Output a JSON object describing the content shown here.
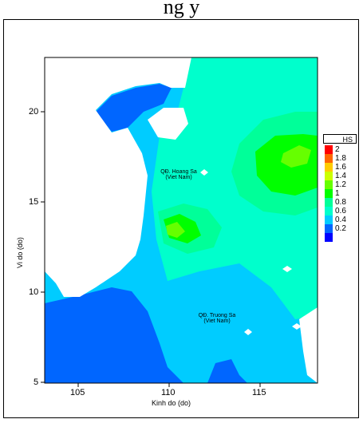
{
  "top_text": "ng y",
  "axes": {
    "xlabel": "Kinh do (do)",
    "ylabel": "Vi do (do)",
    "x_ticks": [
      "105",
      "110",
      "115"
    ],
    "y_ticks": [
      "20",
      "15",
      "10",
      "5"
    ],
    "xlim": [
      103,
      118
    ],
    "ylim": [
      5,
      23
    ]
  },
  "legend": {
    "title": "HS",
    "items": [
      {
        "label": "2",
        "color": "#ff0000"
      },
      {
        "label": "1.8",
        "color": "#ff6600"
      },
      {
        "label": "1.6",
        "color": "#ffcc00"
      },
      {
        "label": "1.4",
        "color": "#ccff00"
      },
      {
        "label": "1.2",
        "color": "#66ff00"
      },
      {
        "label": "1",
        "color": "#00ff00"
      },
      {
        "label": "0.8",
        "color": "#00ff99"
      },
      {
        "label": "0.6",
        "color": "#00ffcc"
      },
      {
        "label": "0.4",
        "color": "#00ccff"
      },
      {
        "label": "0.2",
        "color": "#0066ff"
      },
      {
        "label": "",
        "color": "#0000ff"
      }
    ]
  },
  "islands": [
    {
      "name": "QĐ. Hoang Sa",
      "sub": "(Viet Nam)"
    },
    {
      "name": "QĐ. Truong Sa",
      "sub": "(Viet Nam)"
    }
  ]
}
